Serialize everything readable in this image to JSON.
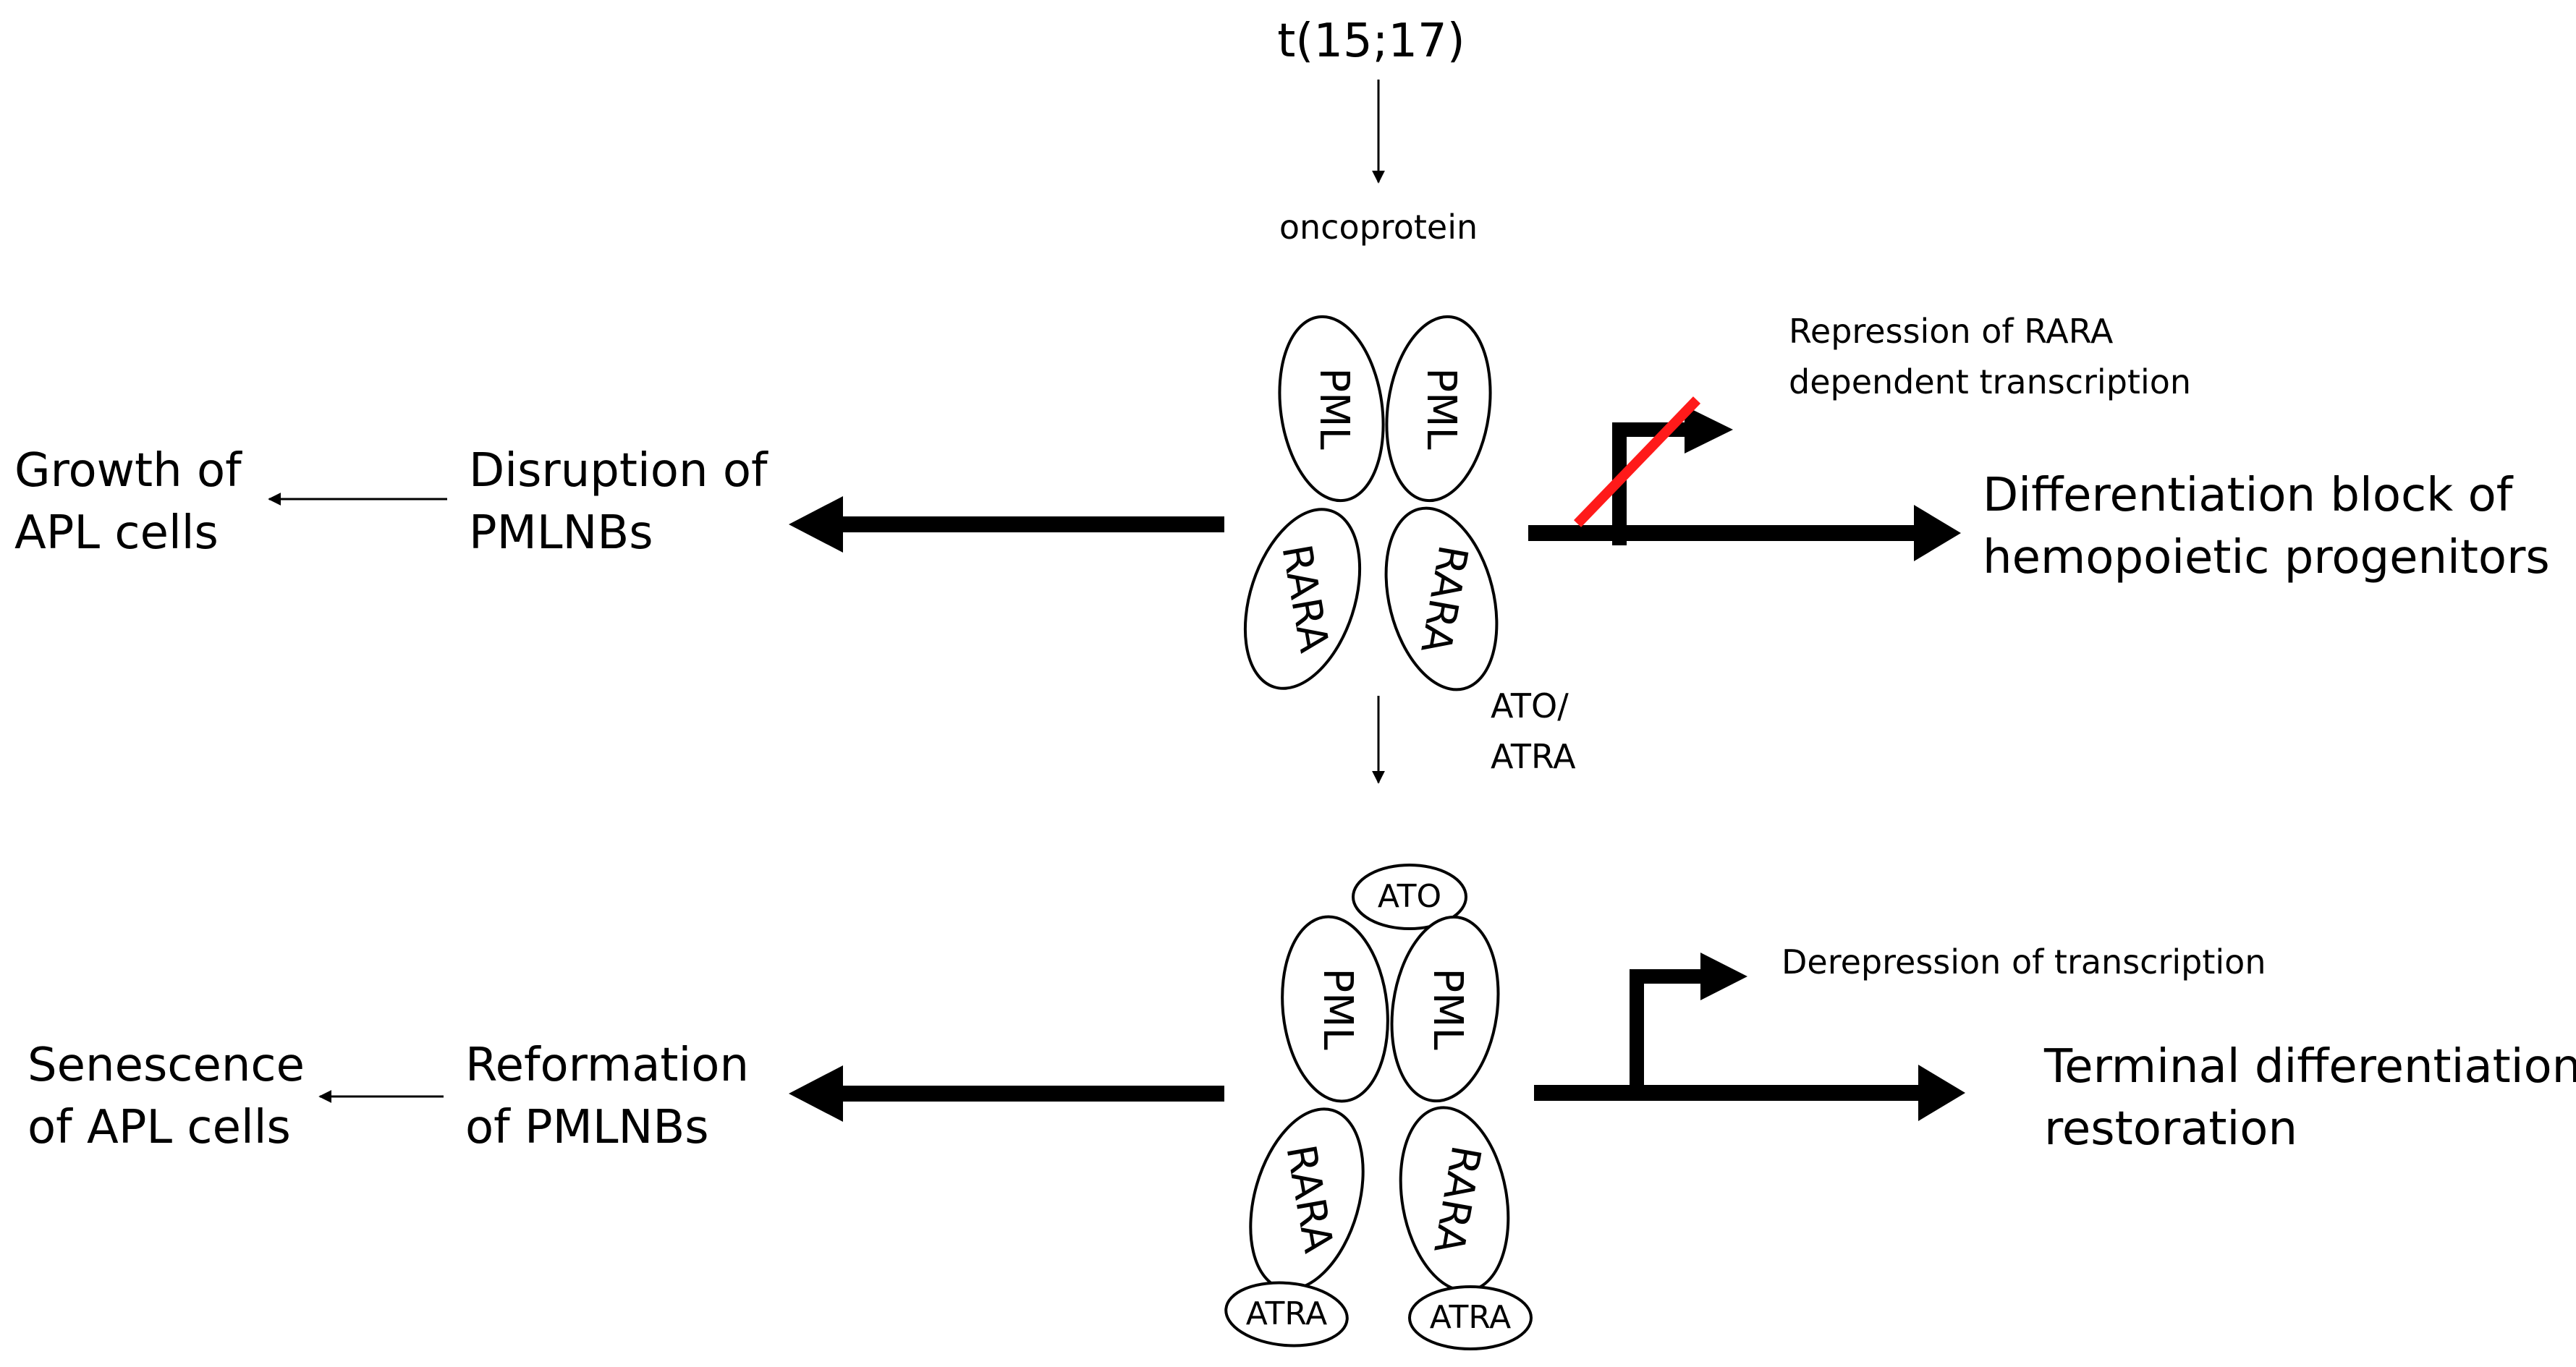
{
  "diagram": {
    "translocation": "t(15;17)",
    "oncoprotein": "oncoprotein",
    "treatment": {
      "line1": "ATO/",
      "line2": "ATRA"
    },
    "top": {
      "left_mid": {
        "line1": "Disruption of",
        "line2": "PMLNBs"
      },
      "left_far": {
        "line1": "Growth of",
        "line2": "APL cells"
      },
      "promoter_note": {
        "line1": "Repression of RARA",
        "line2": "dependent transcription"
      },
      "right_outcome": {
        "line1": "Differentiation block of",
        "line2": "hemopoietic progenitors"
      }
    },
    "bottom": {
      "left_mid": {
        "line1": "Reformation",
        "line2": "of PMLNBs"
      },
      "left_far": {
        "line1": "Senescence",
        "line2": "of APL cells"
      },
      "promoter_note": "Derepression of transcription",
      "right_outcome": {
        "line1": "Terminal differentiation",
        "line2": "restoration"
      }
    },
    "domains": {
      "pml": "PML",
      "rara": "RARA",
      "ato": "ATO",
      "atra": "ATRA"
    },
    "colors": {
      "ink": "#000000",
      "block_mark": "#ff1a1a",
      "background": "#ffffff"
    }
  }
}
